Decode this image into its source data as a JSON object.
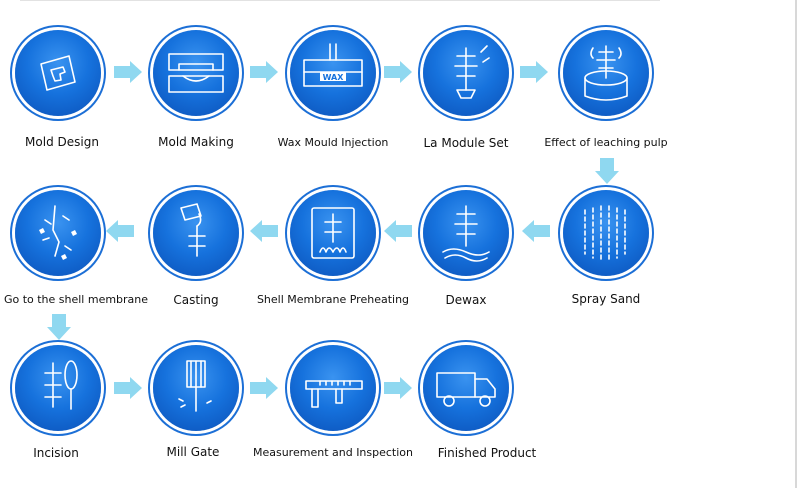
{
  "steps": [
    {
      "label": "Mold Design",
      "icon": "mold-design-icon"
    },
    {
      "label": "Mold Making",
      "icon": "mold-making-icon"
    },
    {
      "label": "Wax Mould Injection",
      "icon": "wax-injection-icon",
      "icon_text": "WAX"
    },
    {
      "label": "La Module Set",
      "icon": "module-tree-icon"
    },
    {
      "label": "Effect of leaching pulp",
      "icon": "leaching-pulp-icon"
    },
    {
      "label": "Spray Sand",
      "icon": "spray-sand-icon"
    },
    {
      "label": "Dewax",
      "icon": "dewax-icon"
    },
    {
      "label": "Shell Membrane Preheating",
      "icon": "preheating-icon"
    },
    {
      "label": "Casting",
      "icon": "casting-icon"
    },
    {
      "label": "Go to the shell membrane",
      "icon": "shell-removal-icon"
    },
    {
      "label": "Incision",
      "icon": "incision-icon"
    },
    {
      "label": "Mill Gate",
      "icon": "mill-gate-icon"
    },
    {
      "label": "Measurement and Inspection",
      "icon": "caliper-icon"
    },
    {
      "label": "Finished Product",
      "icon": "truck-icon"
    }
  ],
  "colors": {
    "circle": "#1672dd",
    "arrow": "#8fd8f0",
    "text": "#111111"
  }
}
